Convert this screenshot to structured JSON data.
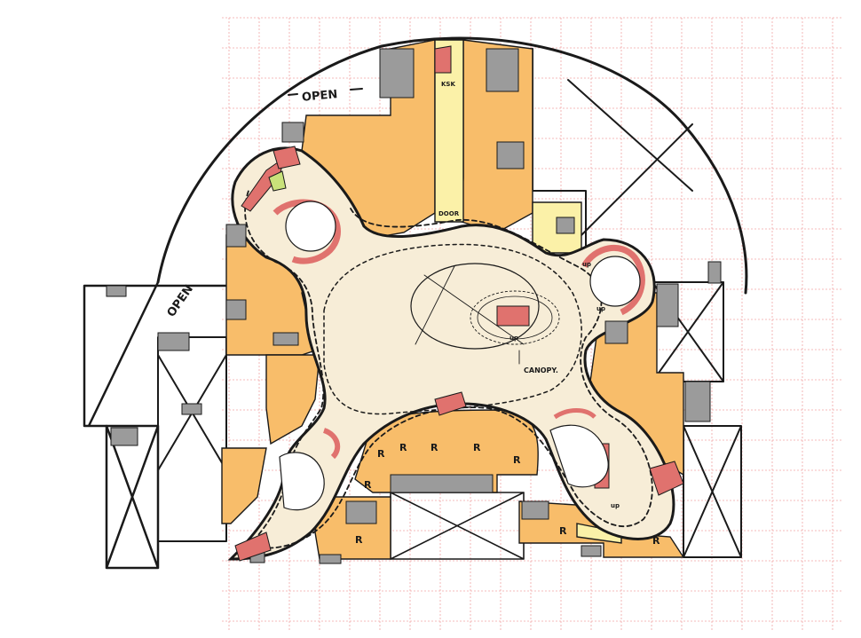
{
  "labels": {
    "open_top": "OPEN",
    "open_left": "OPEN",
    "canopy": "CANOPY.",
    "kiosk": "KSK",
    "door": "DOOR",
    "up_right_top": "up",
    "up_right_bottom": "up",
    "up_center": "up",
    "up_lower_right": "up",
    "retail_marker": "R"
  },
  "colors": {
    "retail_orange": "#f8bd6a",
    "retail_orange_dark": "#efa94a",
    "corridor_yellow": "#fbf1a8",
    "atrium_cream": "#f7edd7",
    "service_grey": "#9b9b9b",
    "stair_red": "#e0726e",
    "planting_green": "#c9e27a",
    "grid_red": "#f1a5a5",
    "ink": "#1a1a1a"
  },
  "icons": [
    "grid-lines",
    "stair-icon",
    "escalator-icon"
  ]
}
